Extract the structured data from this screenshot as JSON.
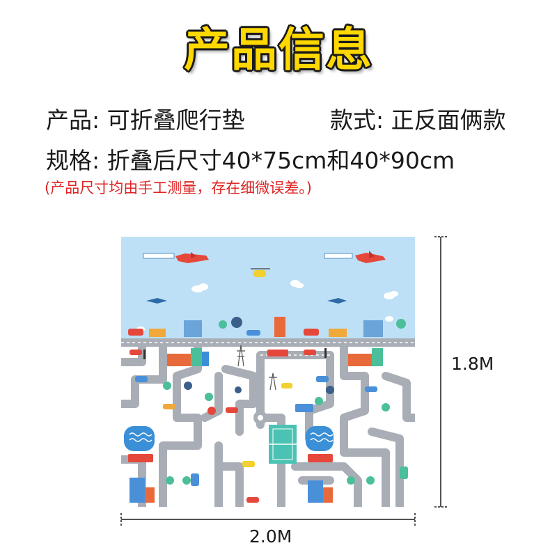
{
  "title": "产品信息",
  "specs": {
    "product": "产品: 可折叠爬行垫",
    "style": "款式: 正反面俩款",
    "size": "规格: 折叠后尺寸40*75cm和40*90cm"
  },
  "note": "(产品尺寸均由手工测量，存在细微误差。)",
  "dimensions": {
    "height": "1.8M",
    "width": "2.0M"
  },
  "colors": {
    "title": "#ffd800",
    "note": "#e02424",
    "sky": "#bde0f6",
    "road": "#a9aeb6"
  }
}
